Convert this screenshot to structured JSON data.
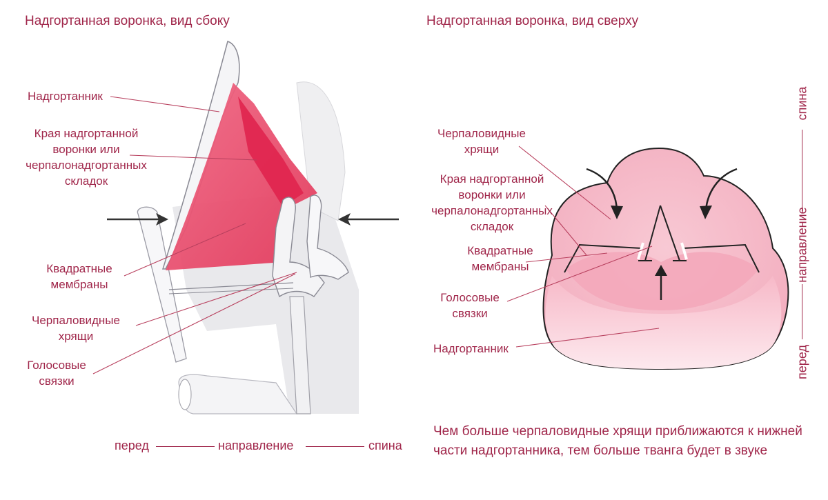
{
  "titles": {
    "side": "Надгортанная воронка, вид сбоку",
    "top": "Надгортанная воронка, вид сверху"
  },
  "side_labels": {
    "epiglottis": "Надгортанник",
    "edges": [
      "Края надгортанной",
      "воронки или",
      "черпалонадгортанных",
      "складок"
    ],
    "membranes": [
      "Квадратные",
      "мембраны"
    ],
    "arytenoids": [
      "Черпаловидные",
      "хрящи"
    ],
    "folds": [
      "Голосовые",
      "связки"
    ]
  },
  "top_labels": {
    "arytenoids": [
      "Черпаловидные",
      "хрящи"
    ],
    "edges": [
      "Края надгортанной",
      "воронки или",
      "черпалонадгортанных",
      "складок"
    ],
    "membranes": [
      "Квадратные",
      "мембраны"
    ],
    "folds": [
      "Голосовые",
      "связки"
    ],
    "epiglottis": "Надгортанник"
  },
  "bottom_axis": {
    "front": "перед",
    "direction": "направление",
    "back": "спина"
  },
  "vertical_axis": {
    "back": "спина",
    "direction": "направление",
    "front": "перед"
  },
  "caption": "Чем больше черпаловидные хрящи приближаются к нижней части надгортанника, тем больше твангa будет в звуке",
  "colors": {
    "accent": "#a0264a",
    "membrane": "#e8506e",
    "cartilage": "#f2f2f4"
  }
}
